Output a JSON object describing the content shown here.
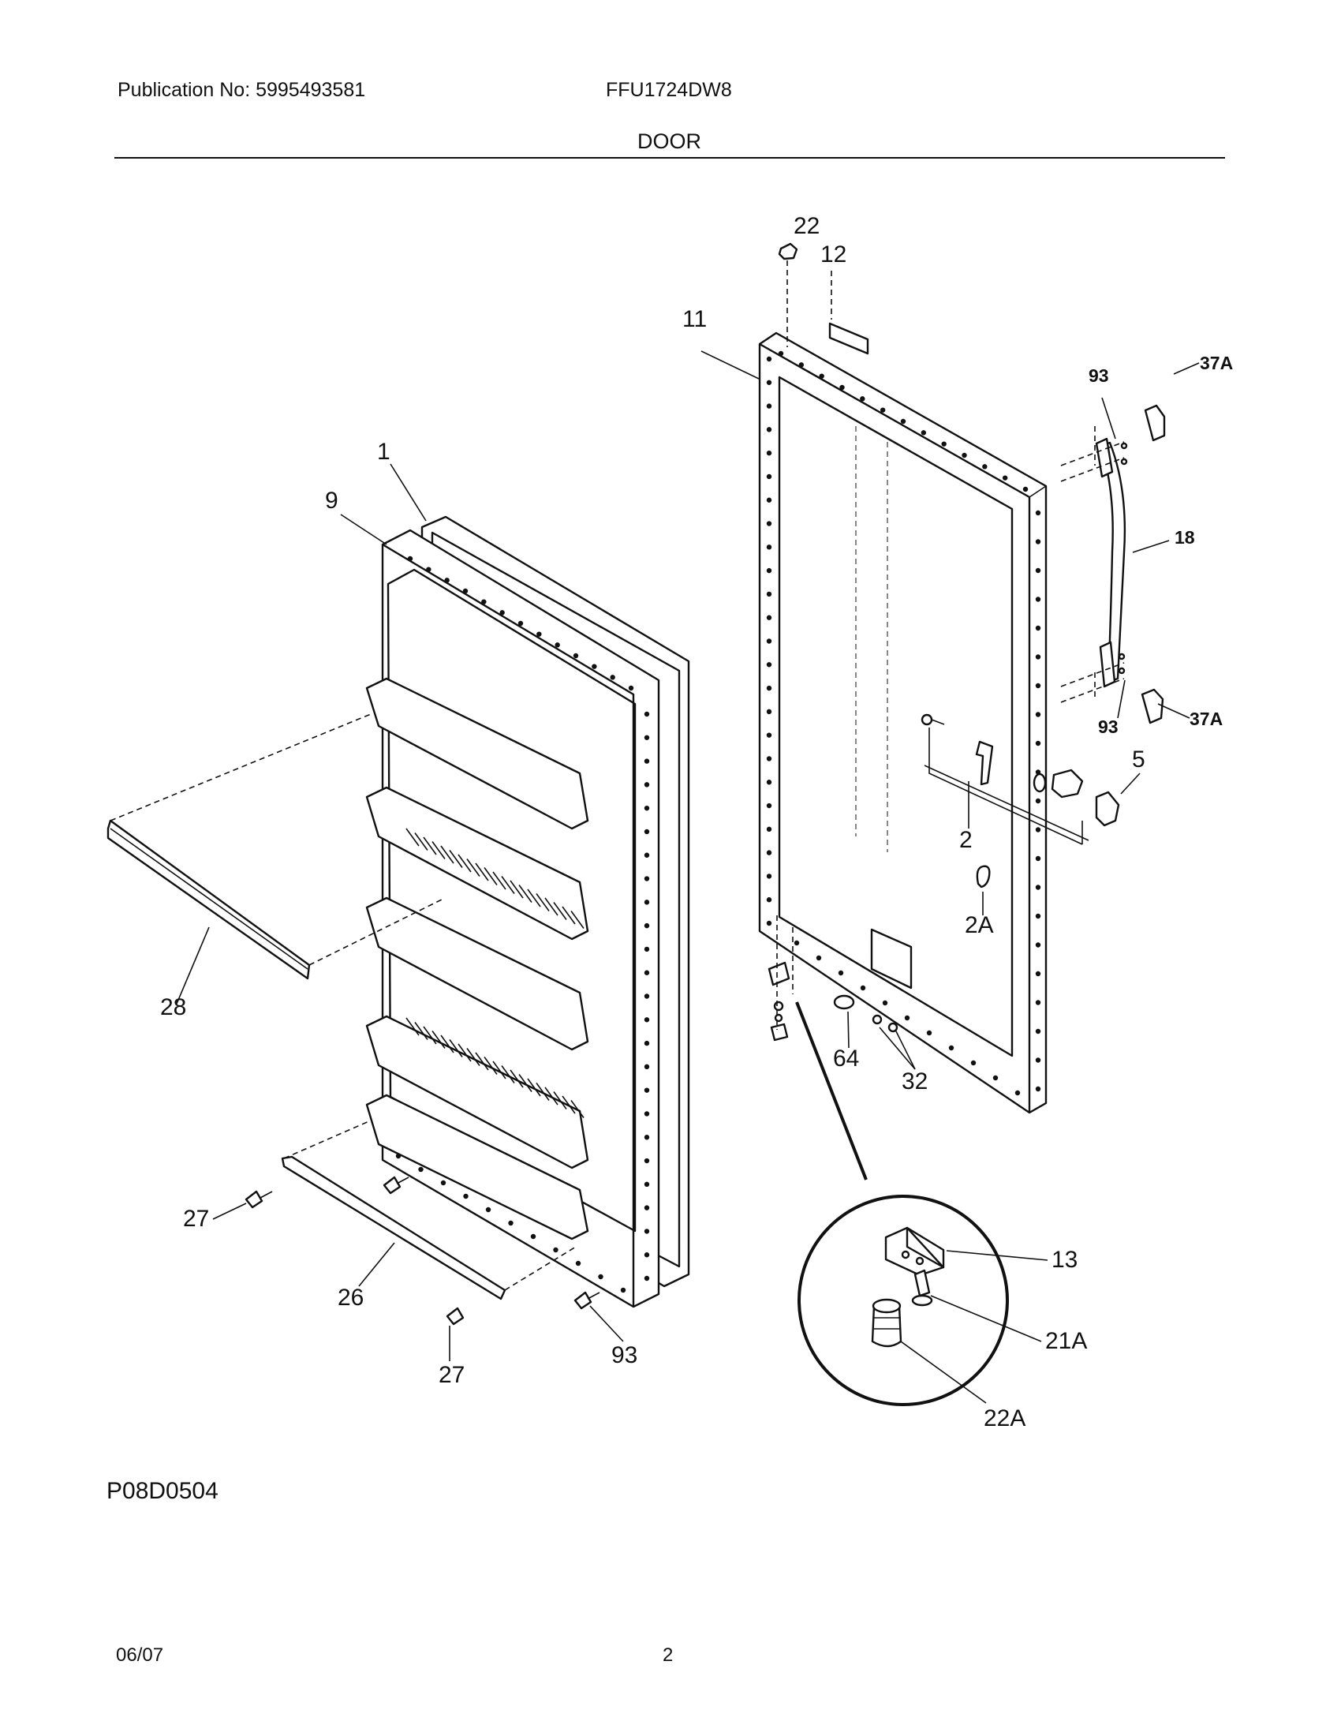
{
  "header": {
    "publication": "Publication No: 5995493581",
    "model": "FFU1724DW8",
    "section_title": "DOOR"
  },
  "diagram": {
    "callouts": [
      {
        "id": "c22",
        "text": "22"
      },
      {
        "id": "c12",
        "text": "12"
      },
      {
        "id": "c11",
        "text": "11"
      },
      {
        "id": "c93a",
        "text": "93"
      },
      {
        "id": "c37a1",
        "text": "37A"
      },
      {
        "id": "c18",
        "text": "18"
      },
      {
        "id": "c93b",
        "text": "93"
      },
      {
        "id": "c37a2",
        "text": "37A"
      },
      {
        "id": "c5",
        "text": "5"
      },
      {
        "id": "c2",
        "text": "2"
      },
      {
        "id": "c2a",
        "text": "2A"
      },
      {
        "id": "c1",
        "text": "1"
      },
      {
        "id": "c9",
        "text": "9"
      },
      {
        "id": "c28",
        "text": "28"
      },
      {
        "id": "c64",
        "text": "64"
      },
      {
        "id": "c32",
        "text": "32"
      },
      {
        "id": "c27a",
        "text": "27"
      },
      {
        "id": "c26",
        "text": "26"
      },
      {
        "id": "c27b",
        "text": "27"
      },
      {
        "id": "c93c",
        "text": "93"
      },
      {
        "id": "c13",
        "text": "13"
      },
      {
        "id": "c21a",
        "text": "21A"
      },
      {
        "id": "c22a",
        "text": "22A"
      }
    ]
  },
  "footer": {
    "diagram_code": "P08D0504",
    "date": "06/07",
    "page": "2"
  }
}
